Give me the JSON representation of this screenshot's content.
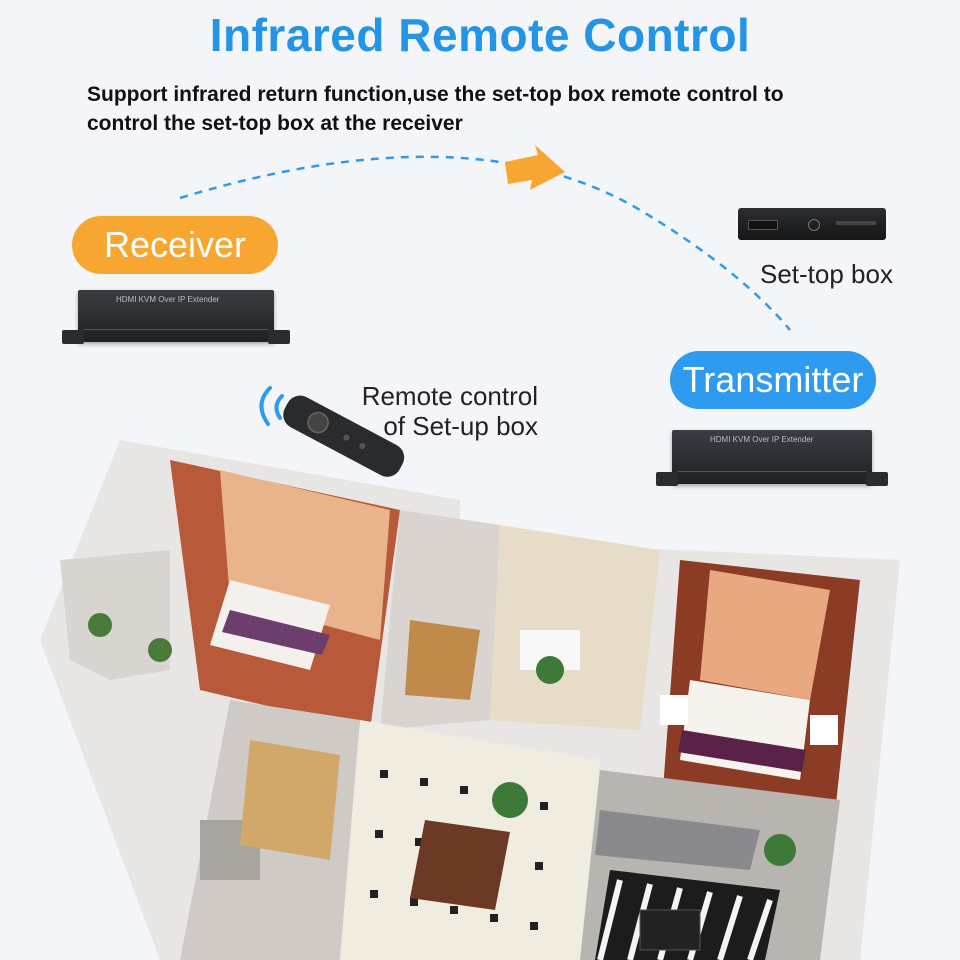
{
  "title": "Infrared Remote Control",
  "description_line1": "Support infrared return function,use the set-top box remote control to",
  "description_line2": "control the set-top box at the receiver",
  "receiver": {
    "label": "Receiver",
    "device_text": "HDMI KVM Over IP Extender"
  },
  "transmitter": {
    "label": "Transmitter",
    "device_text": "HDMI KVM Over IP Extender"
  },
  "set_top_box": {
    "label": "Set-top box"
  },
  "remote": {
    "label_line1": "Remote control",
    "label_line2": "of Set-up box"
  },
  "colors": {
    "title": "#2394e6",
    "receiver": "#f7a632",
    "transmitter": "#2e9af0",
    "arrow": "#f7a632",
    "signal": "#2e9af0"
  },
  "icons": [
    "ir-arrow-icon",
    "ir-waves-icon",
    "remote-control-icon",
    "set-top-box-icon"
  ]
}
